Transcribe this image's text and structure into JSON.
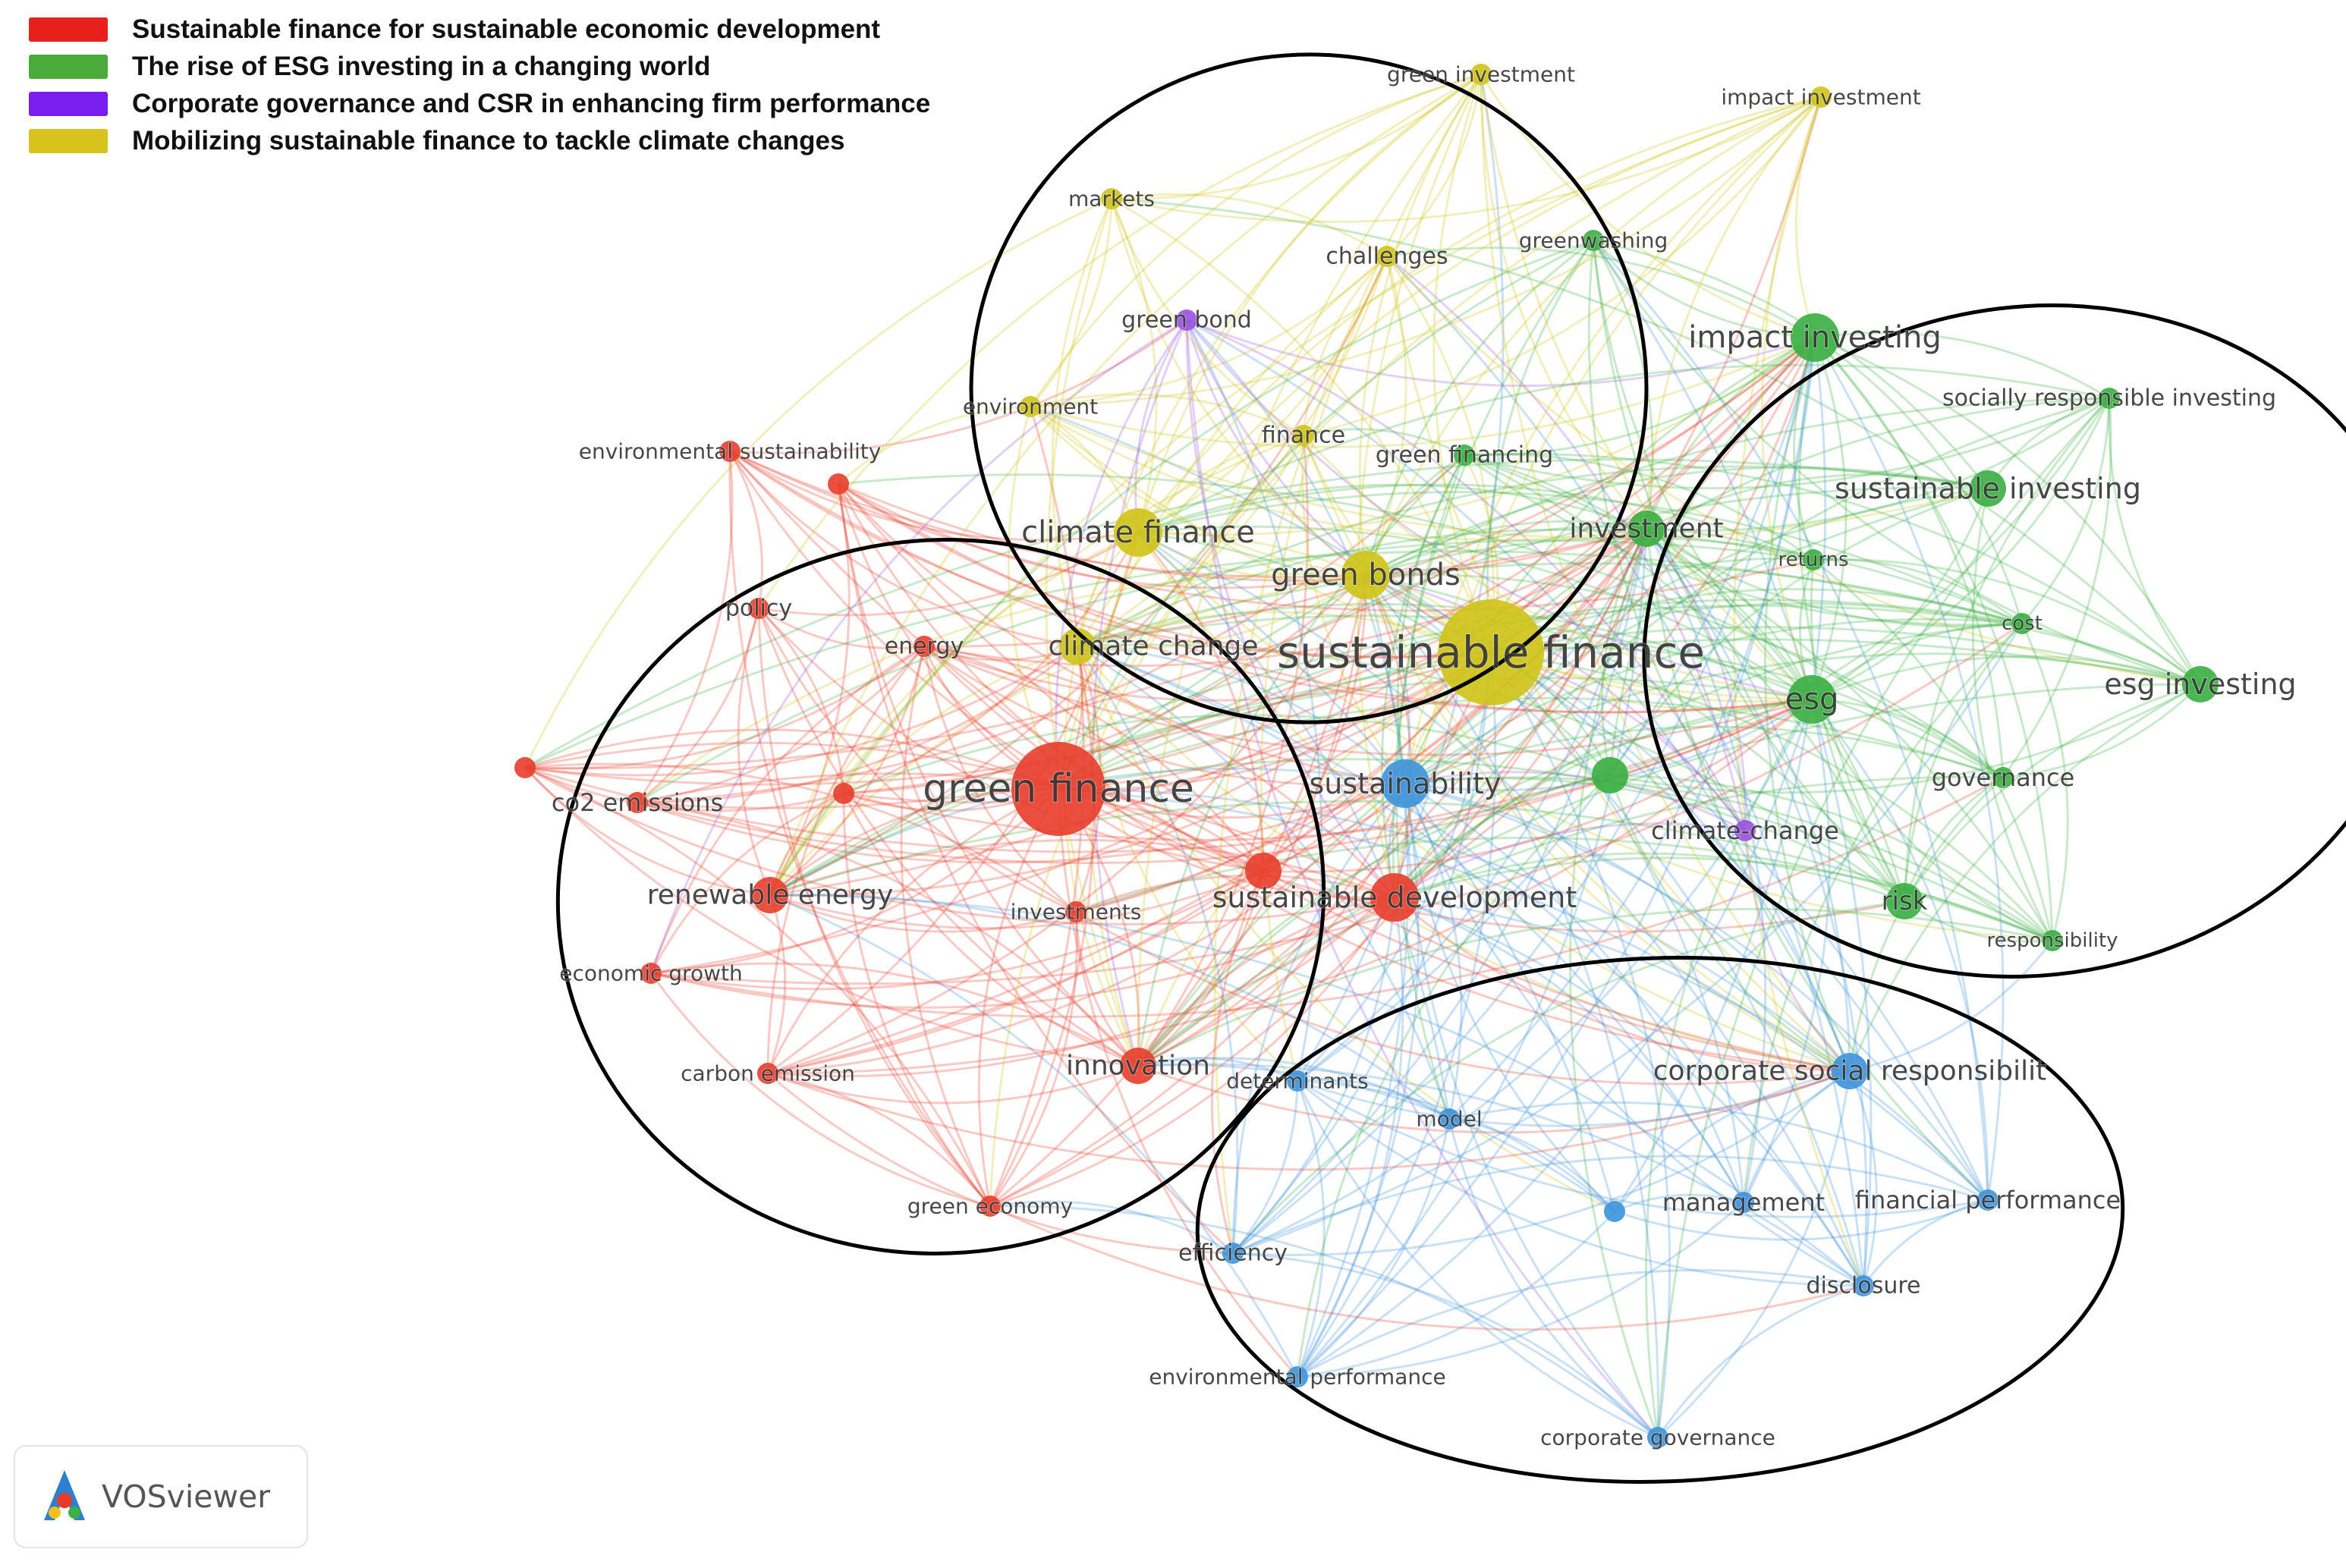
{
  "legend": [
    {
      "label": "Sustainable finance for sustainable economic development",
      "color": "#e8201c"
    },
    {
      "label": "The rise of ESG investing in a changing world",
      "color": "#4aaa3a"
    },
    {
      "label": "Corporate governance and CSR in enhancing firm performance",
      "color": "#7a1ef0"
    },
    {
      "label": "Mobilizing sustainable finance to tackle climate changes",
      "color": "#d8c21c"
    }
  ],
  "cluster_colors": {
    "red": "#e8402f",
    "green": "#3cb043",
    "blue": "#3f95dc",
    "yellow": "#cfc41a",
    "purple": "#9a55e0"
  },
  "brand": {
    "name": "VOSviewer",
    "icon": "vosviewer-logo-icon"
  },
  "network": {
    "nodes": [
      {
        "id": "sustainable-finance",
        "label": "sustainable finance",
        "cluster": "yellow",
        "size": 5
      },
      {
        "id": "green-finance",
        "label": "green finance",
        "cluster": "red",
        "size": 5
      },
      {
        "id": "esg",
        "label": "esg",
        "cluster": "green",
        "size": 3
      },
      {
        "id": "sustainability",
        "label": "sustainability",
        "cluster": "blue",
        "size": 3
      },
      {
        "id": "sustainable-development",
        "label": "sustainable development",
        "cluster": "red",
        "size": 3
      },
      {
        "id": "climate-finance",
        "label": "climate finance",
        "cluster": "yellow",
        "size": 3
      },
      {
        "id": "green-bonds",
        "label": "green bonds",
        "cluster": "yellow",
        "size": 3
      },
      {
        "id": "impact-investing",
        "label": "impact investing",
        "cluster": "green",
        "size": 3
      },
      {
        "id": "sustainable-investing",
        "label": "sustainable investing",
        "cluster": "green",
        "size": 2
      },
      {
        "id": "esg-investing",
        "label": "esg investing",
        "cluster": "green",
        "size": 2
      },
      {
        "id": "renewable-energy",
        "label": "renewable energy",
        "cluster": "red",
        "size": 2
      },
      {
        "id": "innovation",
        "label": "innovation",
        "cluster": "red",
        "size": 2
      },
      {
        "id": "climate-change",
        "label": "climate change",
        "cluster": "yellow",
        "size": 2
      },
      {
        "id": "investment",
        "label": "investment",
        "cluster": "green",
        "size": 2
      },
      {
        "id": "corporate-social-responsibility",
        "label": "corporate social responsibilit",
        "cluster": "blue",
        "size": 2
      },
      {
        "id": "risk",
        "label": "risk",
        "cluster": "green",
        "size": 2
      },
      {
        "id": "governance",
        "label": "governance",
        "cluster": "green",
        "size": 1
      },
      {
        "id": "climate-change-2",
        "label": "climate-change",
        "cluster": "purple",
        "size": 1
      },
      {
        "id": "financial-performance",
        "label": "financial performance",
        "cluster": "blue",
        "size": 1
      },
      {
        "id": "management",
        "label": "management",
        "cluster": "blue",
        "size": 1
      },
      {
        "id": "disclosure",
        "label": "disclosure",
        "cluster": "blue",
        "size": 1
      },
      {
        "id": "corporate-governance",
        "label": "corporate governance",
        "cluster": "blue",
        "size": 1
      },
      {
        "id": "environmental-performance",
        "label": "environmental performance",
        "cluster": "blue",
        "size": 1
      },
      {
        "id": "efficiency",
        "label": "efficiency",
        "cluster": "blue",
        "size": 1
      },
      {
        "id": "model",
        "label": "model",
        "cluster": "blue",
        "size": 1
      },
      {
        "id": "determinants",
        "label": "determinants",
        "cluster": "blue",
        "size": 1
      },
      {
        "id": "green-economy",
        "label": "green economy",
        "cluster": "red",
        "size": 1
      },
      {
        "id": "carbon-emission",
        "label": "carbon emission",
        "cluster": "red",
        "size": 1
      },
      {
        "id": "economic-growth",
        "label": "economic growth",
        "cluster": "red",
        "size": 1
      },
      {
        "id": "co2-emissions",
        "label": "co2 emissions",
        "cluster": "red",
        "size": 1
      },
      {
        "id": "policy",
        "label": "policy",
        "cluster": "red",
        "size": 1
      },
      {
        "id": "energy",
        "label": "energy",
        "cluster": "red",
        "size": 1
      },
      {
        "id": "investments",
        "label": "investments",
        "cluster": "red",
        "size": 1
      },
      {
        "id": "environmental-sustainability",
        "label": "environmental sustainability",
        "cluster": "red",
        "size": 1
      },
      {
        "id": "environment",
        "label": "environment",
        "cluster": "yellow",
        "size": 1
      },
      {
        "id": "finance",
        "label": "finance",
        "cluster": "yellow",
        "size": 1
      },
      {
        "id": "green-financing",
        "label": "green financing",
        "cluster": "green",
        "size": 1
      },
      {
        "id": "green-bond",
        "label": "green bond",
        "cluster": "purple",
        "size": 1
      },
      {
        "id": "challenges",
        "label": "challenges",
        "cluster": "yellow",
        "size": 1
      },
      {
        "id": "markets",
        "label": "markets",
        "cluster": "yellow",
        "size": 1
      },
      {
        "id": "green-investment",
        "label": "green investment",
        "cluster": "yellow",
        "size": 1
      },
      {
        "id": "impact-investment",
        "label": "impact investment",
        "cluster": "yellow",
        "size": 1
      },
      {
        "id": "greenwashing",
        "label": "greenwashing",
        "cluster": "green",
        "size": 1
      },
      {
        "id": "socially-responsible-investing",
        "label": "socially responsible investing",
        "cluster": "green",
        "size": 1
      },
      {
        "id": "returns",
        "label": "returns",
        "cluster": "green",
        "size": 1
      },
      {
        "id": "cost",
        "label": "cost",
        "cluster": "green",
        "size": 1
      },
      {
        "id": "responsibility",
        "label": "responsibility",
        "cluster": "green",
        "size": 1
      },
      {
        "id": "red-unlabeled-1",
        "label": "",
        "cluster": "red",
        "size": 1
      },
      {
        "id": "red-unlabeled-2",
        "label": "",
        "cluster": "red",
        "size": 1
      },
      {
        "id": "red-unlabeled-3",
        "label": "",
        "cluster": "red",
        "size": 1
      },
      {
        "id": "red-unlabeled-4",
        "label": "",
        "cluster": "red",
        "size": 2
      },
      {
        "id": "green-unlabeled-1",
        "label": "",
        "cluster": "green",
        "size": 2
      },
      {
        "id": "blue-unlabeled-1",
        "label": "",
        "cluster": "blue",
        "size": 1
      }
    ]
  }
}
